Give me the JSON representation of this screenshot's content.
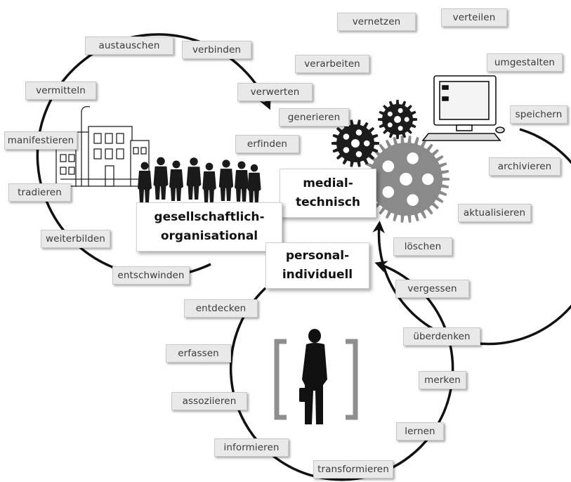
{
  "hubs": {
    "gesellschaftlich": [
      "gesellschaftlich-",
      "organisational"
    ],
    "medial": [
      "medial-",
      "technisch"
    ],
    "personal": [
      "personal-",
      "individuell"
    ]
  },
  "labels": {
    "austauschen": "austauschen",
    "verbinden": "verbinden",
    "vermitteln": "vermitteln",
    "verwerten": "verwerten",
    "manifestieren": "manifestieren",
    "erfinden": "erfinden",
    "tradieren": "tradieren",
    "weiterbilden": "weiterbilden",
    "entschwinden": "entschwinden",
    "vernetzen": "vernetzen",
    "verteilen": "verteilen",
    "verarbeiten": "verarbeiten",
    "umgestalten": "umgestalten",
    "generieren": "generieren",
    "speichern": "speichern",
    "archivieren": "archivieren",
    "aktualisieren": "aktualisieren",
    "loeschen": "löschen",
    "vergessen": "vergessen",
    "entdecken": "entdecken",
    "ueberdenken": "überdenken",
    "erfassen": "erfassen",
    "merken": "merken",
    "assoziieren": "assoziieren",
    "lernen": "lernen",
    "informieren": "informieren",
    "transformieren": "transformieren"
  },
  "colors": {
    "tag_bg": "#e9e9e9",
    "circle_stroke": "#111111",
    "gear_dark": "#1c1c1c",
    "gear_light": "#8a8a8a",
    "bracket": "#8f8f8f"
  },
  "icons": [
    "city-buildings-icon",
    "crowd-silhouette-icon",
    "gears-icon",
    "computer-icon",
    "person-silhouette-icon"
  ]
}
